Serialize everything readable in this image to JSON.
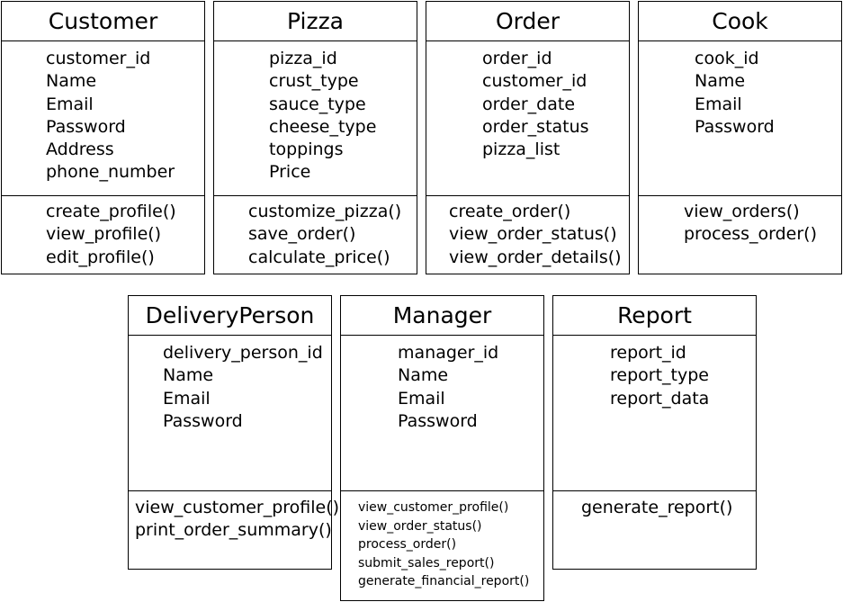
{
  "classes": [
    {
      "name": "Customer",
      "attributes": [
        "customer_id",
        "Name",
        "Email",
        "Password",
        "Address",
        "phone_number"
      ],
      "methods": [
        "create_profile()",
        "view_profile()",
        "edit_profile()"
      ]
    },
    {
      "name": "Pizza",
      "attributes": [
        "pizza_id",
        "crust_type",
        "sauce_type",
        "cheese_type",
        "toppings",
        "Price"
      ],
      "methods": [
        "customize_pizza()",
        "save_order()",
        "calculate_price()"
      ]
    },
    {
      "name": "Order",
      "attributes": [
        "order_id",
        "customer_id",
        "order_date",
        "order_status",
        "pizza_list"
      ],
      "methods": [
        "create_order()",
        "view_order_status()",
        "view_order_details()"
      ]
    },
    {
      "name": "Cook",
      "attributes": [
        "cook_id",
        "Name",
        "Email",
        "Password"
      ],
      "methods": [
        "view_orders()",
        "process_order()"
      ]
    },
    {
      "name": "DeliveryPerson",
      "attributes": [
        "delivery_person_id",
        "Name",
        "Email",
        "Password"
      ],
      "methods": [
        "view_customer_profile()",
        "print_order_summary()"
      ]
    },
    {
      "name": "Manager",
      "attributes": [
        "manager_id",
        "Name",
        "Email",
        "Password"
      ],
      "methods": [
        "view_customer_profile()",
        "view_order_status()",
        "process_order()",
        "submit_sales_report()",
        "generate_financial_report()"
      ]
    },
    {
      "name": "Report",
      "attributes": [
        "report_id",
        "report_type",
        "report_data"
      ],
      "methods": [
        "generate_report()"
      ]
    }
  ]
}
